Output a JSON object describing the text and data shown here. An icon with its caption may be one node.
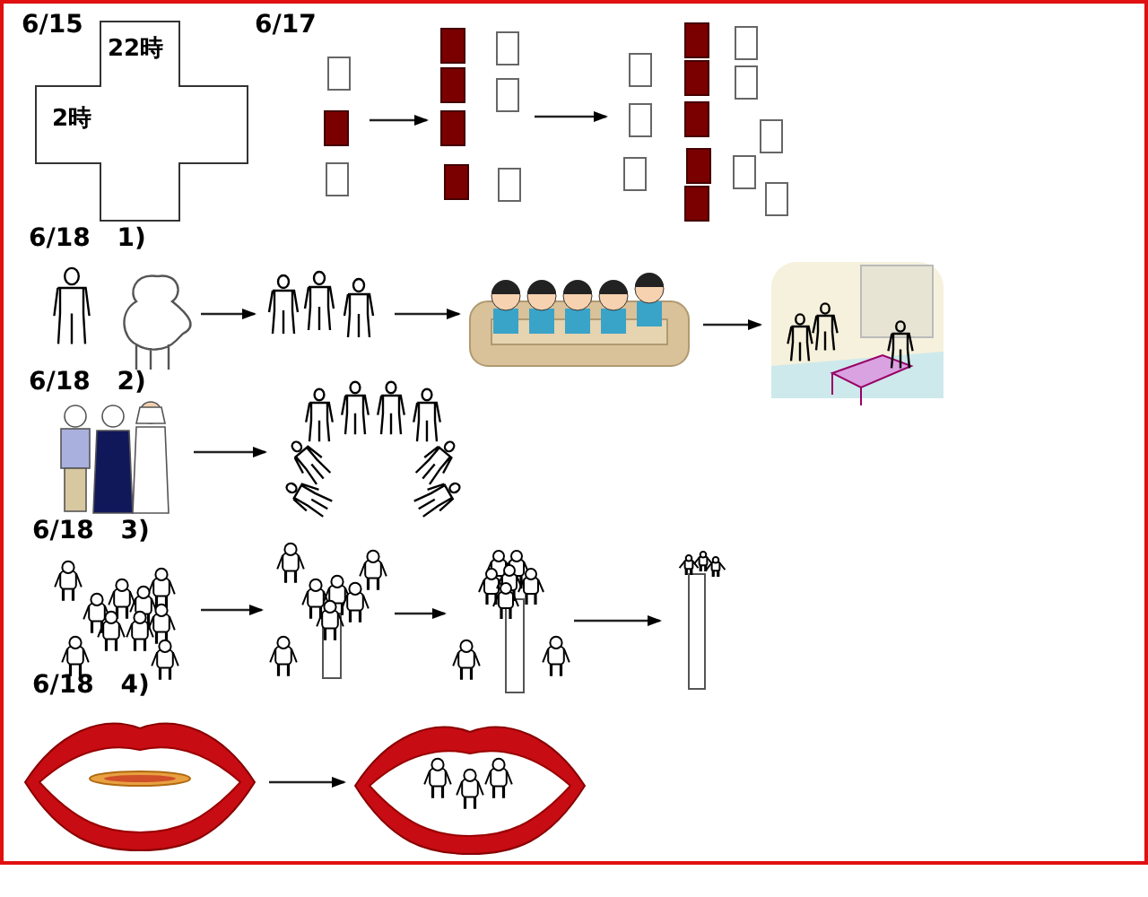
{
  "diagram": {
    "nodes": [
      {
        "text": [
          "22時",
          "2時"
        ]
      },
      {
        "text": [],
        "shape": "picture"
      },
      {
        "text": [],
        "shape": "picture"
      },
      {
        "text": [],
        "shape": "picture"
      },
      {
        "text": [],
        "shape": "picture"
      },
      {
        "text": [],
        "shape": "picture"
      },
      {
        "text": [],
        "shape": "picture"
      },
      {
        "text": [],
        "shape": "picture"
      },
      {
        "text": [],
        "shape": "picture"
      },
      {
        "text": [],
        "shape": "picture"
      },
      {
        "text": [],
        "shape": "picture"
      },
      {
        "text": [],
        "shape": "picture"
      },
      {
        "text": [],
        "shape": "picture"
      },
      {
        "text": [],
        "shape": "picture"
      },
      {
        "text": [],
        "shape": "picture"
      },
      {
        "text": [],
        "shape": "picture"
      }
    ],
    "edges": [
      {
        "from": 1,
        "to": 2,
        "arrow": "to"
      },
      {
        "from": 2,
        "to": 3,
        "arrow": "to"
      },
      {
        "from": 4,
        "to": 5,
        "arrow": "to"
      },
      {
        "from": 5,
        "to": 6,
        "arrow": "to"
      },
      {
        "from": 6,
        "to": 7,
        "arrow": "to"
      },
      {
        "from": 8,
        "to": 9,
        "arrow": "to"
      },
      {
        "from": 10,
        "to": 11,
        "arrow": "to"
      },
      {
        "from": 11,
        "to": 12,
        "arrow": "to"
      },
      {
        "from": 12,
        "to": 13,
        "arrow": "to"
      },
      {
        "from": 14,
        "to": 15,
        "arrow": "to"
      }
    ],
    "labels": [
      "6/15",
      "6/17",
      "6/18 1)",
      "6/18 2)",
      "6/18 3)",
      "6/18 4)"
    ]
  }
}
